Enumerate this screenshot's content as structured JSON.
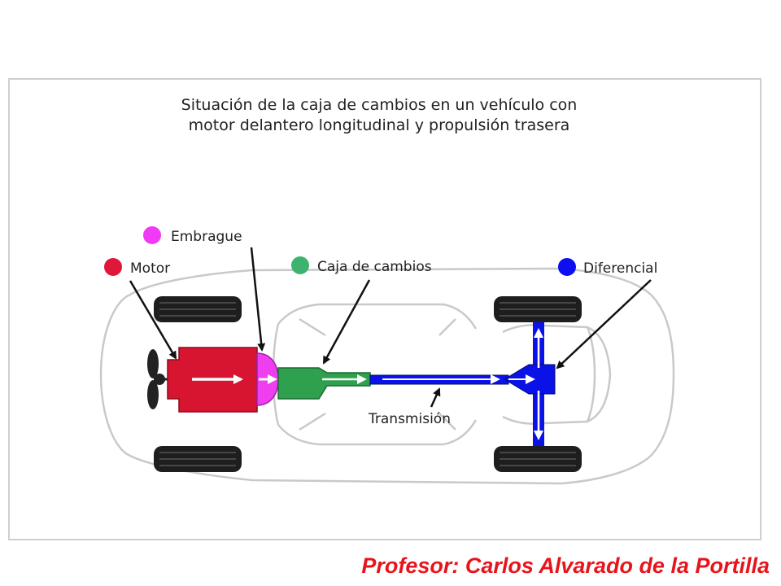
{
  "diagram": {
    "title_line1": "Situación de la caja de cambios en un vehículo con",
    "title_line2": "motor delantero longitudinal y propulsión trasera",
    "legend": [
      {
        "label": "Embrague",
        "color": "#f13af5"
      },
      {
        "label": "Motor",
        "color": "#e0173a"
      },
      {
        "label": "Caja de cambios",
        "color": "#3db36f"
      },
      {
        "label": "Diferencial",
        "color": "#0c10f0"
      }
    ],
    "transmission_label": "Transmisión",
    "component_colors": {
      "motor": "#d81530",
      "embrague": "#ee3ef0",
      "caja": "#2fa14e",
      "transmision": "#0a12e8",
      "diferencial": "#0a12e8"
    }
  },
  "footer": {
    "credit": "Profesor: Carlos Alvarado de la Portilla"
  }
}
